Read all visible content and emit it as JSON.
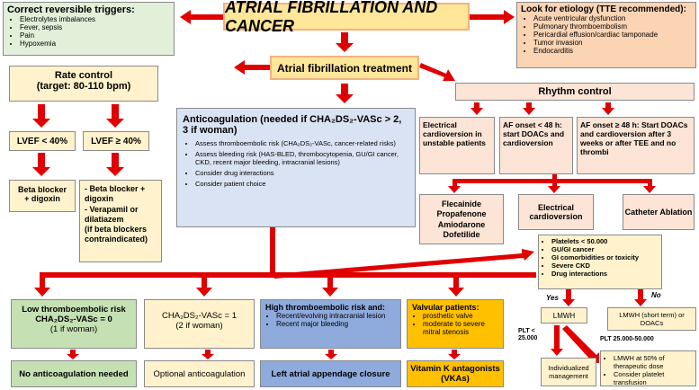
{
  "title": "ATRIAL FIBRILLATION AND CANCER",
  "triggers": {
    "heading": "Correct reversible triggers:",
    "items": [
      "Electrolytes imbalances",
      "Fever, sepsis",
      "Pain",
      "Hypoxemia"
    ]
  },
  "etiology": {
    "heading": "Look for etiology (TTE recommended):",
    "items": [
      "Acute ventricular dysfunction",
      "Pulmonary thromboembolism",
      "Pericardial effusion/cardiac tamponade",
      "Tumor invasion",
      "Endocarditis"
    ]
  },
  "treatment": "Atrial fibrillation treatment",
  "rate_control": {
    "title": "Rate control",
    "target": "(target: 80-110 bpm)"
  },
  "lvef_low": "LVEF < 40%",
  "lvef_high": "LVEF ≥ 40%",
  "beta_blocker": {
    "line1": "Beta blocker",
    "line2": "+ digoxin"
  },
  "beta_options": {
    "line1": "- Beta blocker +",
    "line2": "digoxin",
    "line3": "- Verapamil or",
    "line4": "dilatiazem",
    "line5": "(if beta blockers",
    "line6": "contraindicated)"
  },
  "anticoag": {
    "heading": "Anticoagulation  (needed if CHA₂DS₂-VASc > 2, 3 if woman)",
    "items": [
      "Assess thromboembolic risk (CHA₂DS₂-VASc, cancer-related risks)",
      "Assess bleeding risk (HAS-BLED, thrombocytopenia, GU/GI cancer, CKD, recent major bleeding, intracranial lesions)",
      "Consider drug interactions",
      "Consider patient choice"
    ]
  },
  "rhythm_control": "Rhythm control",
  "electrical_unstable": "Electrical cardioversion in unstable patients",
  "af_onset_lt48": "AF onset < 48 h: start DOACs and cardioversion",
  "af_onset_ge48": "AF onset ≥ 48 h: Start DOACs and cardioversion after 3 weeks or after TEE and no thrombi",
  "drugs": [
    "Flecainide",
    "Propafenone",
    "Amiodarone",
    "Dofetilide"
  ],
  "electrical_cardioversion": "Electrical cardioversion",
  "catheter_ablation": "Catheter Ablation",
  "bleeding_factors": [
    "Platelets < 50.000",
    "GU/GI cancer",
    "GI comorbidities or toxicity",
    "Severe CKD",
    "Drug interactions"
  ],
  "yes_label": "Yes",
  "no_label": "No",
  "lmwh": "LMWH",
  "lmwh_short": "LMWH (short term) or DOACs",
  "plt_lt": "PLT < 25.000",
  "plt_range": "PLT 25.000-50.000",
  "individualized": "Individualized management",
  "lmwh_50": [
    "LMWH at 50% of therapeutic dose",
    "Consider platelet transfusion"
  ],
  "low_risk": {
    "line1": "Low thromboembolic risk",
    "line2": "CHA₂DS₂-VASc = 0",
    "line3": "(1 if woman)"
  },
  "mid_risk": {
    "line1": "CHA₂DS₂-VASc = 1",
    "line2": "(2 if woman)"
  },
  "high_risk": {
    "heading": "High thromboembolic risk and:",
    "items": [
      "Recent/evolving intracranial lesion",
      "Recent major bleeding"
    ]
  },
  "valvular": {
    "heading": "Valvular patients:",
    "items": [
      "prosthetic valve",
      "moderate to severe mitral stenosis"
    ]
  },
  "no_anticoag": "No anticoagulation needed",
  "optional_anticoag": "Optional anticoagulation",
  "laa_closure": "Left atrial appendage closure",
  "vka": "Vitamin K antagonists (VKAs)"
}
